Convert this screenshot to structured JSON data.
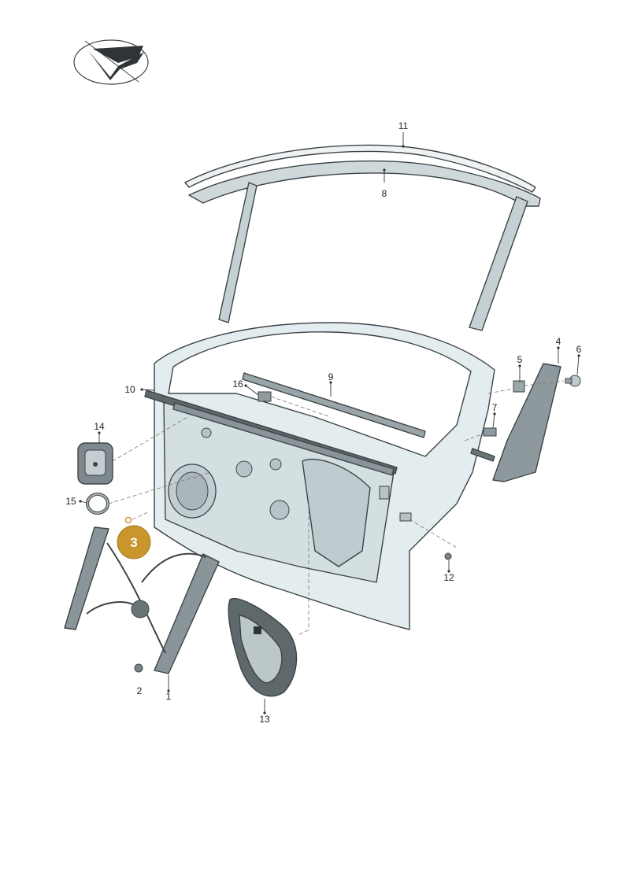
{
  "callouts": [
    {
      "id": "1",
      "label": "1"
    },
    {
      "id": "2",
      "label": "2"
    },
    {
      "id": "3",
      "label": "3"
    },
    {
      "id": "4",
      "label": "4"
    },
    {
      "id": "5",
      "label": "5"
    },
    {
      "id": "6",
      "label": "6"
    },
    {
      "id": "7",
      "label": "7"
    },
    {
      "id": "8",
      "label": "8"
    },
    {
      "id": "9",
      "label": "9"
    },
    {
      "id": "10",
      "label": "10"
    },
    {
      "id": "11",
      "label": "11"
    },
    {
      "id": "12",
      "label": "12"
    },
    {
      "id": "13",
      "label": "13"
    },
    {
      "id": "14",
      "label": "14"
    },
    {
      "id": "15",
      "label": "15"
    },
    {
      "id": "16",
      "label": "16"
    }
  ],
  "highlight": {
    "label": "3",
    "color": "#c9962b"
  },
  "colors": {
    "part_fill": "#dfe8ea",
    "part_dark": "#8a9599",
    "stroke": "#3d4447"
  }
}
